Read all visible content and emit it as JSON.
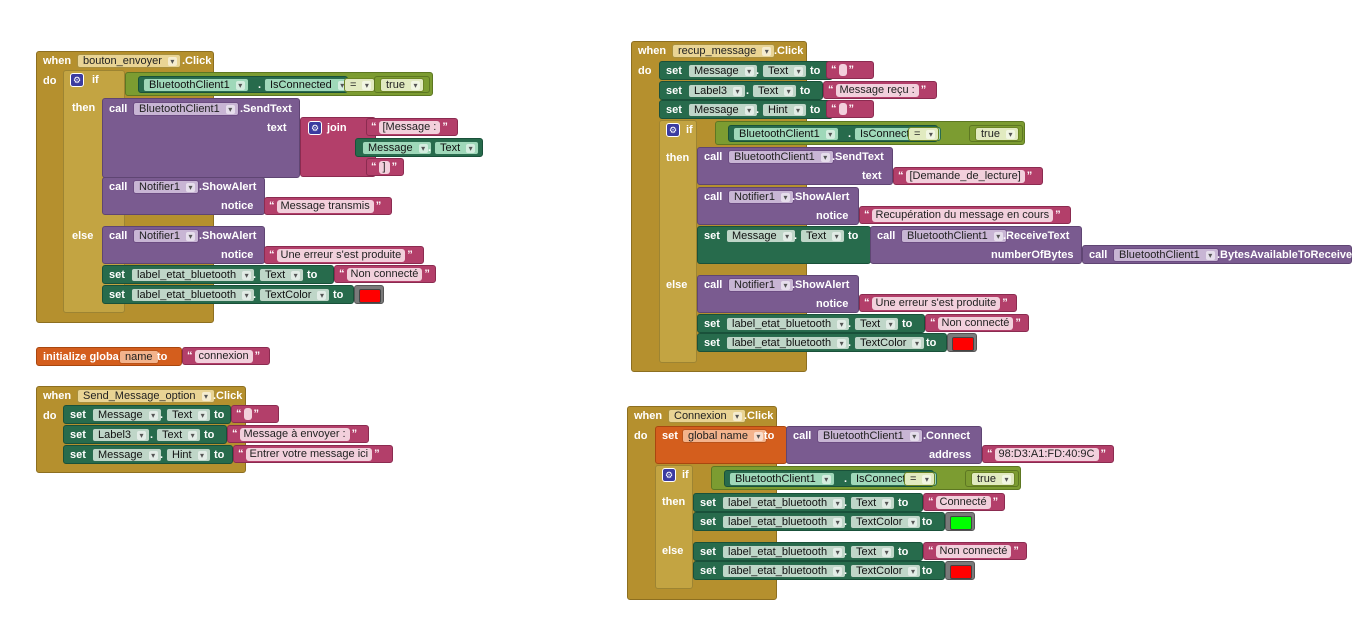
{
  "kw": {
    "when": "when",
    "do": "do",
    "if": "if",
    "then": "then",
    "else": "else",
    "call": "call",
    "set": "set",
    "to": "to",
    "text": "text",
    "notice": "notice",
    "join": "join",
    "address": "address",
    "numberOfBytes": "numberOfBytes",
    "click": ".Click",
    "send_text": ".SendText",
    "show_alert": ".ShowAlert",
    "receive_text": ".ReceiveText",
    "connect": ".Connect",
    "bytes_avail": ".BytesAvailableToReceive",
    "eq": "=",
    "dot": "."
  },
  "comp": {
    "bt": "BluetoothClient1",
    "notifier": "Notifier1",
    "msg": "Message",
    "label3": "Label3",
    "label_etat": "label_etat_bluetooth"
  },
  "props": {
    "is_connected": "IsConnected",
    "text": "Text",
    "text_color": "TextColor",
    "hint": "Hint"
  },
  "values": {
    "true": "true"
  },
  "events": {
    "bouton_envoyer": "bouton_envoyer",
    "send_message_option": "Send_Message_option",
    "recup_message": "recup_message",
    "connexion": "Connexion"
  },
  "global": {
    "init_label": "initialize global",
    "name": "name",
    "set_label": "global name",
    "value": "connexion"
  },
  "strings": {
    "message_prefix": "[Message :",
    "message_suffix": "]",
    "message_transmis": "Message transmis",
    "erreur": "Une erreur s'est produite",
    "non_connecte": "Non connecté",
    "message_recu": "Message reçu :",
    "demande_lecture": "[Demande_de_lecture]",
    "recuperation": "Recupération du message en cours",
    "message_a_envoyer": "Message à envoyer :",
    "entrer_message": "Entrer votre message ici",
    "mac": "98:D3:A1:FD:40:9C",
    "connecte": "Connecté"
  },
  "colors": {
    "red": "#ff0000",
    "green": "#00ff00"
  }
}
